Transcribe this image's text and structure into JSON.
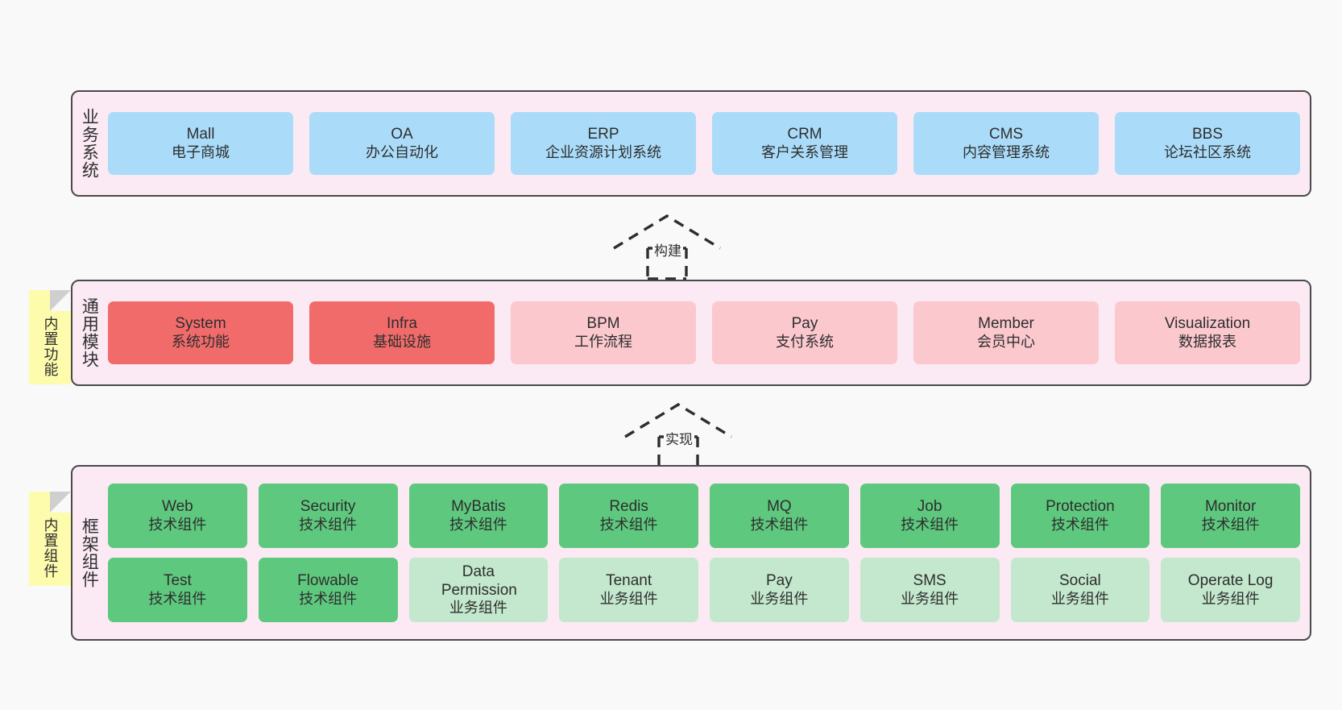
{
  "diagram": {
    "title": "Framework Architecture Layers",
    "background": "#f9f9f9",
    "layer_fill": "#fbeaf4",
    "layer_border": "#4a4a4a",
    "sticky_fill": "#fdfbac",
    "sticky_fold": "#cfcfcf"
  },
  "layers": [
    {
      "id": "business-system",
      "title": "业务系统",
      "rows": [
        [
          {
            "en": "Mall",
            "cn": "电子商城",
            "color": "#aadcfa"
          },
          {
            "en": "OA",
            "cn": "办公自动化",
            "color": "#aadcfa"
          },
          {
            "en": "ERP",
            "cn": "企业资源计划系统",
            "color": "#aadcfa"
          },
          {
            "en": "CRM",
            "cn": "客户关系管理",
            "color": "#aadcfa"
          },
          {
            "en": "CMS",
            "cn": "内容管理系统",
            "color": "#aadcfa"
          },
          {
            "en": "BBS",
            "cn": "论坛社区系统",
            "color": "#aadcfa"
          }
        ]
      ]
    },
    {
      "id": "common-module",
      "title": "通用模块",
      "sticky": "内置功能",
      "rows": [
        [
          {
            "en": "System",
            "cn": "系统功能",
            "color": "#f26b6b"
          },
          {
            "en": "Infra",
            "cn": "基础设施",
            "color": "#f26b6b"
          },
          {
            "en": "BPM",
            "cn": "工作流程",
            "color": "#fbc8ce"
          },
          {
            "en": "Pay",
            "cn": "支付系统",
            "color": "#fbc8ce"
          },
          {
            "en": "Member",
            "cn": "会员中心",
            "color": "#fbc8ce"
          },
          {
            "en": "Visualization",
            "cn": "数据报表",
            "color": "#fbc8ce"
          }
        ]
      ]
    },
    {
      "id": "framework-component",
      "title": "框架组件",
      "sticky": "内置组件",
      "rows": [
        [
          {
            "en": "Web",
            "cn": "技术组件",
            "color": "#5ec97e"
          },
          {
            "en": "Security",
            "cn": "技术组件",
            "color": "#5ec97e"
          },
          {
            "en": "MyBatis",
            "cn": "技术组件",
            "color": "#5ec97e"
          },
          {
            "en": "Redis",
            "cn": "技术组件",
            "color": "#5ec97e"
          },
          {
            "en": "MQ",
            "cn": "技术组件",
            "color": "#5ec97e"
          },
          {
            "en": "Job",
            "cn": "技术组件",
            "color": "#5ec97e"
          },
          {
            "en": "Protection",
            "cn": "技术组件",
            "color": "#5ec97e"
          },
          {
            "en": "Monitor",
            "cn": "技术组件",
            "color": "#5ec97e"
          }
        ],
        [
          {
            "en": "Test",
            "cn": "技术组件",
            "color": "#5ec97e"
          },
          {
            "en": "Flowable",
            "cn": "技术组件",
            "color": "#5ec97e"
          },
          {
            "en": "Data Permission",
            "cn": "业务组件",
            "color": "#c3e8cd"
          },
          {
            "en": "Tenant",
            "cn": "业务组件",
            "color": "#c3e8cd"
          },
          {
            "en": "Pay",
            "cn": "业务组件",
            "color": "#c3e8cd"
          },
          {
            "en": "SMS",
            "cn": "业务组件",
            "color": "#c3e8cd"
          },
          {
            "en": "Social",
            "cn": "业务组件",
            "color": "#c3e8cd"
          },
          {
            "en": "Operate Log",
            "cn": "业务组件",
            "color": "#c3e8cd"
          }
        ]
      ]
    }
  ],
  "connectors": [
    {
      "id": "build",
      "label": "构建",
      "style": "dashed-generalization"
    },
    {
      "id": "implement",
      "label": "实现",
      "style": "dashed-generalization"
    }
  ]
}
